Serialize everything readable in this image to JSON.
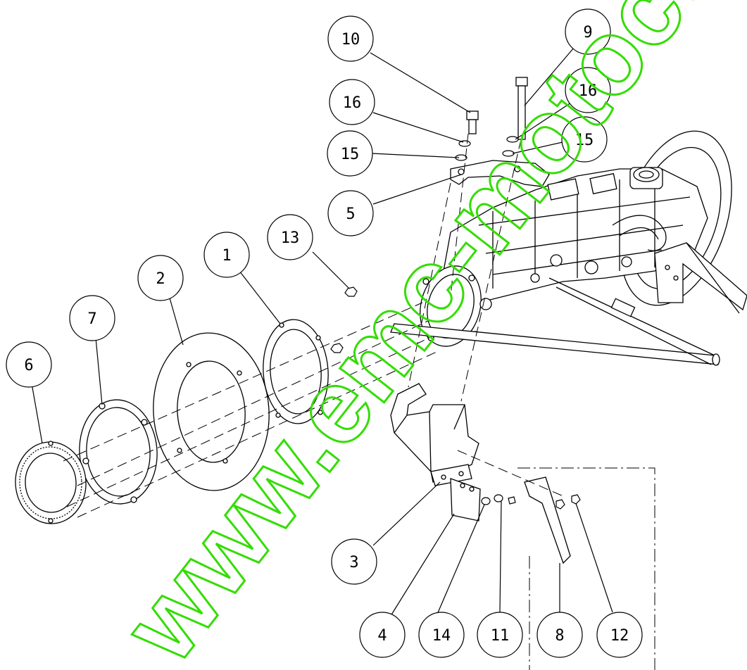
{
  "colors": {
    "line": "#000000",
    "watermark": "#33dd00",
    "background": "#ffffff"
  },
  "callouts": [
    {
      "id": "c10",
      "label": "10"
    },
    {
      "id": "c9",
      "label": "9"
    },
    {
      "id": "c16a",
      "label": "16"
    },
    {
      "id": "c16b",
      "label": "16"
    },
    {
      "id": "c15a",
      "label": "15"
    },
    {
      "id": "c15b",
      "label": "15"
    },
    {
      "id": "c5",
      "label": "5"
    },
    {
      "id": "c13",
      "label": "13"
    },
    {
      "id": "c1",
      "label": "1"
    },
    {
      "id": "c2",
      "label": "2"
    },
    {
      "id": "c7",
      "label": "7"
    },
    {
      "id": "c6",
      "label": "6"
    },
    {
      "id": "c3",
      "label": "3"
    },
    {
      "id": "c4",
      "label": "4"
    },
    {
      "id": "c14",
      "label": "14"
    },
    {
      "id": "c11",
      "label": "11"
    },
    {
      "id": "c8",
      "label": "8"
    },
    {
      "id": "c12",
      "label": "12"
    }
  ],
  "watermark": {
    "text": "www.emc-motoculture.co"
  }
}
